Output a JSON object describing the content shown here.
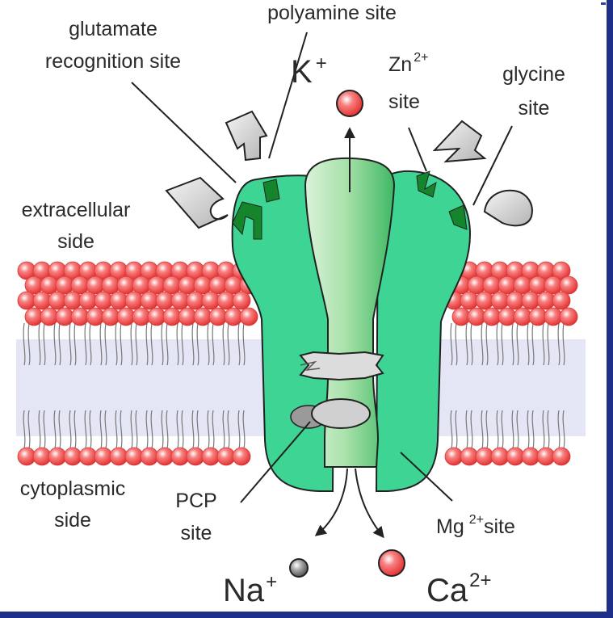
{
  "labels": {
    "glutamate_line1": "glutamate",
    "glutamate_line2": "recognition site",
    "polyamine": "polyamine site",
    "k": "K",
    "k_sup": "+",
    "zn": "Zn",
    "zn_sup": "2+",
    "zn_line2": "site",
    "glycine_line1": "glycine",
    "glycine_line2": "site",
    "extracellular_line1": "extracellular",
    "extracellular_line2": "side",
    "cytoplasmic_line1": "cytoplasmic",
    "cytoplasmic_line2": "side",
    "pcp_line1": "PCP",
    "pcp_line2": "site",
    "mg": "Mg",
    "mg_sup": "2+",
    "mg_rest": "site",
    "na": "Na",
    "na_sup": "+",
    "ca": "Ca",
    "ca_sup": "2+"
  },
  "colors": {
    "receptor": "#3dd494",
    "receptor_dark": "#1e9a4a",
    "channel": "#a4e0a8",
    "binding_site": "#15852c",
    "phospholipid_head": "#f05050",
    "membrane_core": "#e4e6f6",
    "ligand": "#c8c8c8",
    "frame": "#1d2f86"
  },
  "icons": [
    "potassium-ion-icon",
    "sodium-ion-icon",
    "calcium-ion-icon",
    "glutamate-ligand-icon",
    "polyamine-ligand-icon",
    "zinc-ligand-icon",
    "glycine-ligand-icon"
  ]
}
